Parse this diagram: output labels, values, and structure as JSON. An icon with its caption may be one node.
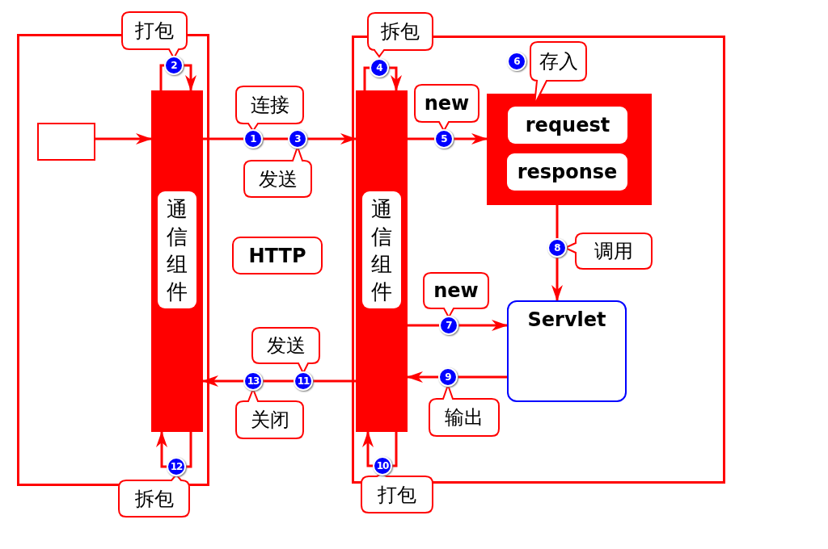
{
  "diagram": {
    "nodes": [
      {
        "text": [],
        "shape": "box"
      },
      {
        "text": [],
        "shape": "box",
        "in": 0
      },
      {
        "text": [
          "通信组件"
        ],
        "in": 0
      },
      {
        "text": [],
        "shape": "box"
      },
      {
        "text": [
          "通信组件"
        ],
        "in": 3
      },
      {
        "text": [],
        "shape": "box",
        "in": 3
      },
      {
        "text": [
          "request"
        ],
        "in": 5
      },
      {
        "text": [
          "response"
        ],
        "in": 5
      },
      {
        "text": [
          "Servlet"
        ],
        "in": 3
      },
      {
        "text": [
          "HTTP"
        ]
      },
      {
        "text": [
          "打包"
        ],
        "beside": [
          "2"
        ]
      },
      {
        "text": [
          "拆包"
        ],
        "beside": [
          "4"
        ]
      },
      {
        "text": [
          "存入"
        ],
        "beside": [
          "6"
        ],
        "in": 3
      },
      {
        "text": [
          "连接"
        ],
        "beside": [
          "1"
        ]
      },
      {
        "text": [
          "new"
        ],
        "beside": [
          "5"
        ],
        "in": 3
      },
      {
        "text": [
          "发送"
        ],
        "beside": [
          "3"
        ]
      },
      {
        "text": [
          "调用"
        ],
        "beside": [
          "8"
        ],
        "in": 3
      },
      {
        "text": [
          "new"
        ],
        "beside": [
          "7"
        ],
        "in": 3
      },
      {
        "text": [
          "发送"
        ],
        "beside": [
          "11"
        ]
      },
      {
        "text": [
          "输出"
        ],
        "beside": [
          "9"
        ],
        "in": 3
      },
      {
        "text": [
          "关闭"
        ],
        "beside": [
          "13"
        ]
      },
      {
        "text": [
          "拆包"
        ],
        "beside": [
          "12"
        ]
      },
      {
        "text": [
          "打包"
        ],
        "beside": [
          "10"
        ]
      }
    ],
    "edges": [
      {
        "from": 1,
        "to": 2,
        "arrow": "to"
      },
      {
        "from": 2,
        "to": 4,
        "arrow": "to"
      },
      {
        "from": 2,
        "to": 2,
        "arrow": "to"
      },
      {
        "from": 4,
        "to": 4,
        "arrow": "to"
      },
      {
        "from": 4,
        "to": 5,
        "arrow": "to"
      },
      {
        "from": 5,
        "to": 8,
        "arrow": "to"
      },
      {
        "from": 4,
        "to": 8,
        "arrow": "to"
      },
      {
        "from": 8,
        "to": 4,
        "arrow": "to"
      },
      {
        "from": 4,
        "to": 4,
        "arrow": "to"
      },
      {
        "from": 4,
        "to": 2,
        "arrow": "to"
      },
      {
        "from": 2,
        "to": 2,
        "arrow": "to"
      }
    ]
  }
}
